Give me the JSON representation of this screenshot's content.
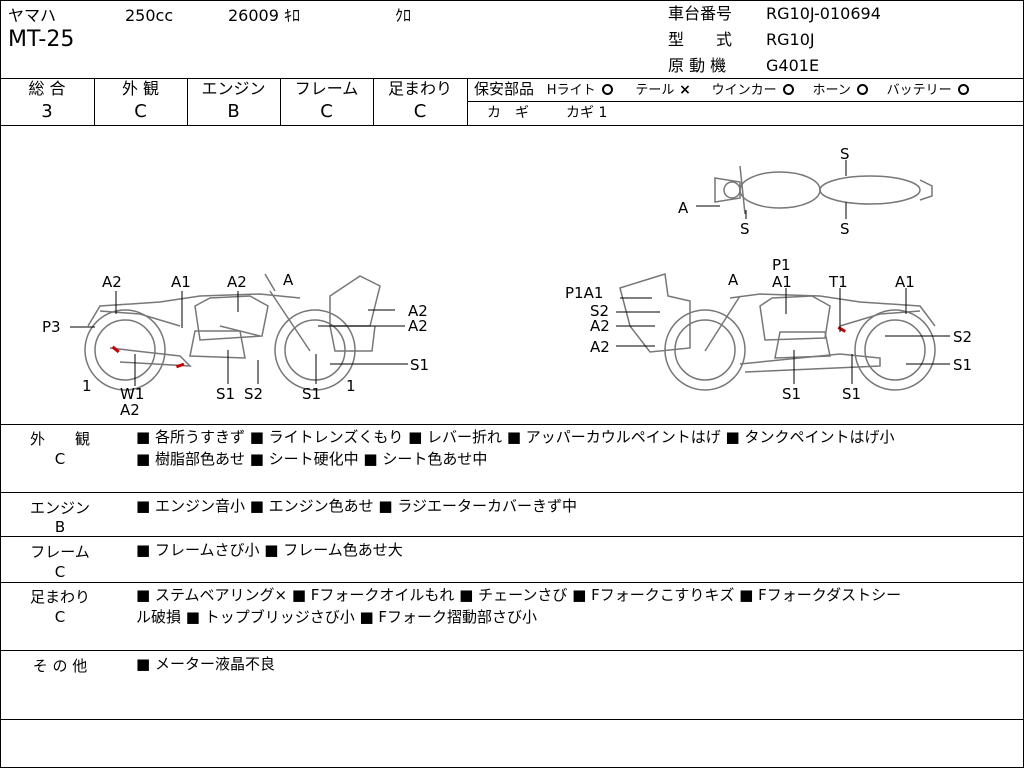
{
  "header": {
    "maker": "ヤマハ",
    "displacement": "250cc",
    "mileage": "26009 ｷﾛ",
    "color": "ｸﾛ",
    "model": "MT-25",
    "frame_no_label": "車台番号",
    "frame_no": "RG10J-010694",
    "type_label": "型　　式",
    "type": "RG10J",
    "engine_label": "原 動 機",
    "engine": "G401E"
  },
  "grades": [
    {
      "label": "総 合",
      "value": "3"
    },
    {
      "label": "外 観",
      "value": "C"
    },
    {
      "label": "エンジン",
      "value": "B"
    },
    {
      "label": "フレーム",
      "value": "C"
    },
    {
      "label": "足まわり",
      "value": "C"
    }
  ],
  "safety": {
    "label": "保安部品",
    "headlight": "Hライト",
    "tail": "テール",
    "tail_mark": "×",
    "winker": "ウインカー",
    "horn": "ホーン",
    "battery": "バッテリー",
    "key_label": "カ　ギ",
    "key_value": "カギ 1"
  },
  "diagram": {
    "left_labels": [
      "A2",
      "A1",
      "A2",
      "A",
      "P3",
      "A2",
      "A2",
      "1",
      "W1",
      "A2",
      "S1",
      "S2",
      "S1",
      "1",
      "S1"
    ],
    "right_labels": [
      "S",
      "A",
      "S",
      "S",
      "A",
      "P1",
      "P1A1",
      "A1",
      "T1",
      "A1",
      "S2",
      "A2",
      "A2",
      "S2",
      "S1",
      "S1",
      "S1"
    ]
  },
  "sections": [
    {
      "label": "外　　観",
      "grade": "C",
      "lines": [
        "■ 各所うすきず ■ ライトレンズくもり ■ レバー折れ ■ アッパーカウルペイントはげ ■ タンクペイントはげ小",
        "■ 樹脂部色あせ ■ シート硬化中 ■ シート色あせ中"
      ]
    },
    {
      "label": "エンジン",
      "grade": "B",
      "lines": [
        "■ エンジン音小 ■ エンジン色あせ ■ ラジエーターカバーきず中"
      ]
    },
    {
      "label": "フレーム",
      "grade": "C",
      "lines": [
        "■ フレームさび小 ■ フレーム色あせ大"
      ]
    },
    {
      "label": "足まわり",
      "grade": "C",
      "lines": [
        "■ ステムベアリング× ■ Fフォークオイルもれ ■ チェーンさび ■ Fフォークこすりキズ ■ Fフォークダストシー",
        "ル破損 ■ トップブリッジさび小 ■ Fフォーク摺動部さび小"
      ]
    },
    {
      "label": "そ の 他",
      "grade": "",
      "lines": [
        "■ メーター液晶不良"
      ]
    }
  ]
}
